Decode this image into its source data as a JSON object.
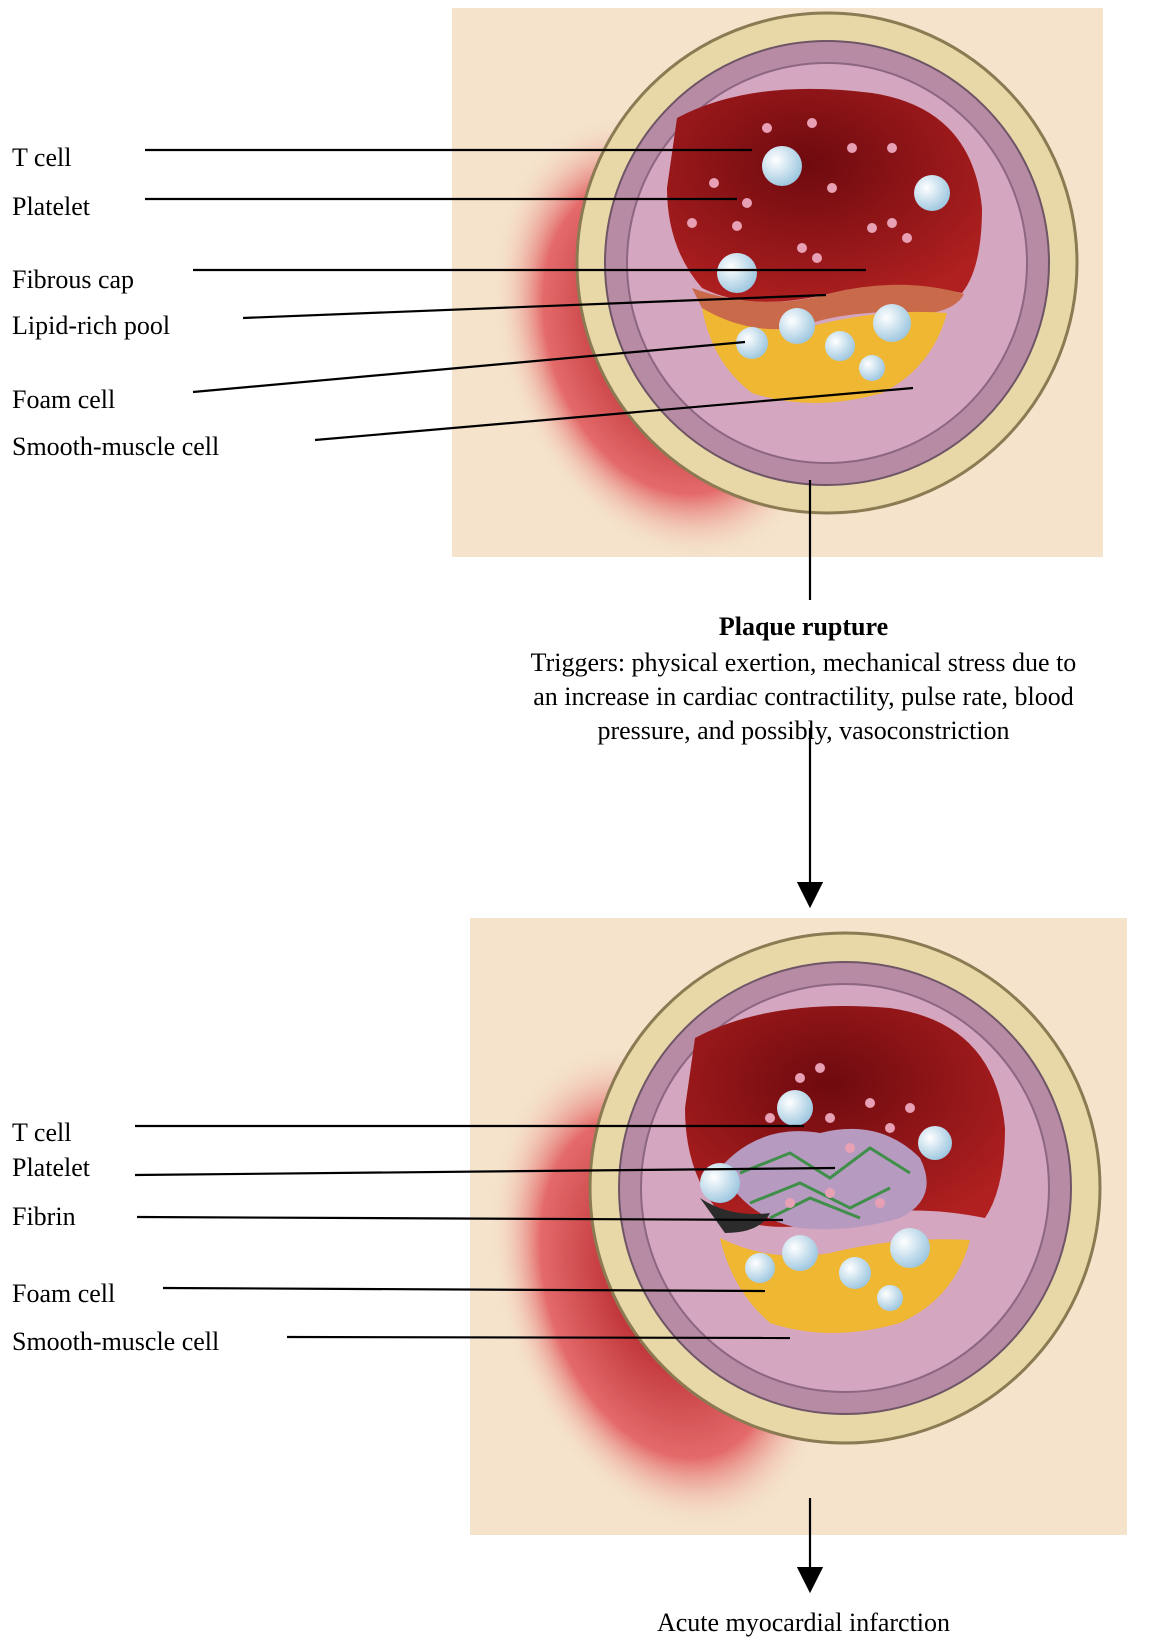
{
  "top_labels": {
    "t_cell": "T cell",
    "platelet": "Platelet",
    "fibrous_cap": "Fibrous cap",
    "lipid_pool": "Lipid-rich pool",
    "foam_cell": "Foam cell",
    "smooth_muscle": "Smooth-muscle cell"
  },
  "bottom_labels": {
    "t_cell": "T cell",
    "platelet": "Platelet",
    "fibrin": "Fibrin",
    "foam_cell": "Foam cell",
    "smooth_muscle": "Smooth-muscle cell"
  },
  "rupture": {
    "title": "Plaque rupture",
    "triggers_line1": "Triggers: physical exertion, mechanical stress due to",
    "triggers_line2": "an increase in cardiac contractility, pulse rate, blood",
    "triggers_line3": "pressure, and possibly, vasoconstriction"
  },
  "outcome": "Acute myocardial infarction",
  "colors": {
    "panel_bg": "#f5e3cc",
    "vessel_outer": "#e7d6a6",
    "vessel_wall": "#c9a0b4",
    "lumen": "#8e1616",
    "lipid": "#f0b732",
    "cell": "#d8ecf7",
    "fibrin": "#3f8f4a"
  }
}
